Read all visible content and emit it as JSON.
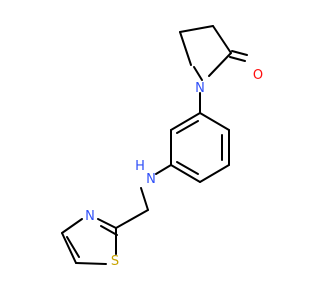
{
  "molecule": {
    "atom_labels": {
      "carbonyl_oxygen": "O",
      "lactam_nitrogen": "N",
      "amine_nitrogen": "N",
      "amine_hydrogen": "H",
      "thiazole_nitrogen": "N",
      "thiazole_sulfur": "S"
    },
    "colors": {
      "bond": "#000000",
      "oxygen": "#ff0d0d",
      "nitrogen": "#3050f8",
      "sulfur": "#c8a400",
      "background": "#ffffff"
    }
  }
}
